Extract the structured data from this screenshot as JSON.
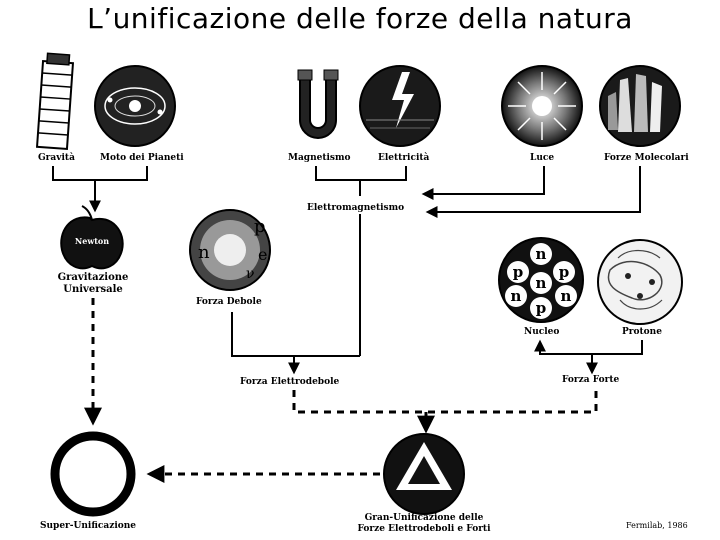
{
  "title": "L’unificazione delle forze della natura",
  "nodes": {
    "gravita": "Gravità",
    "moto_pianeti": "Moto dei Pianeti",
    "magnetismo": "Magnetismo",
    "elettricita": "Elettricità",
    "luce": "Luce",
    "forze_molecolari": "Forze Molecolari",
    "elettromagnetismo": "Elettromagnetismo",
    "newton": "Newton",
    "gravitazione_universale_1": "Gravitazione",
    "gravitazione_universale_2": "Universale",
    "forza_debole": "Forza Debole",
    "nucleo": "Nucleo",
    "protone": "Protone",
    "forza_elettrodebole": "Forza Elettrodebole",
    "forza_forte": "Forza Forte",
    "super_unificazione": "Super-Unificazione",
    "gran_unificazione_1": "Gran-Unificazione delle",
    "gran_unificazione_2": "Forze Elettrodeboli e Forti",
    "credit": "Fermilab, 1986"
  },
  "particles": {
    "p": "p",
    "n": "n",
    "e": "e",
    "nu": "ν"
  },
  "colors": {
    "ink": "#000000",
    "background": "#ffffff"
  }
}
